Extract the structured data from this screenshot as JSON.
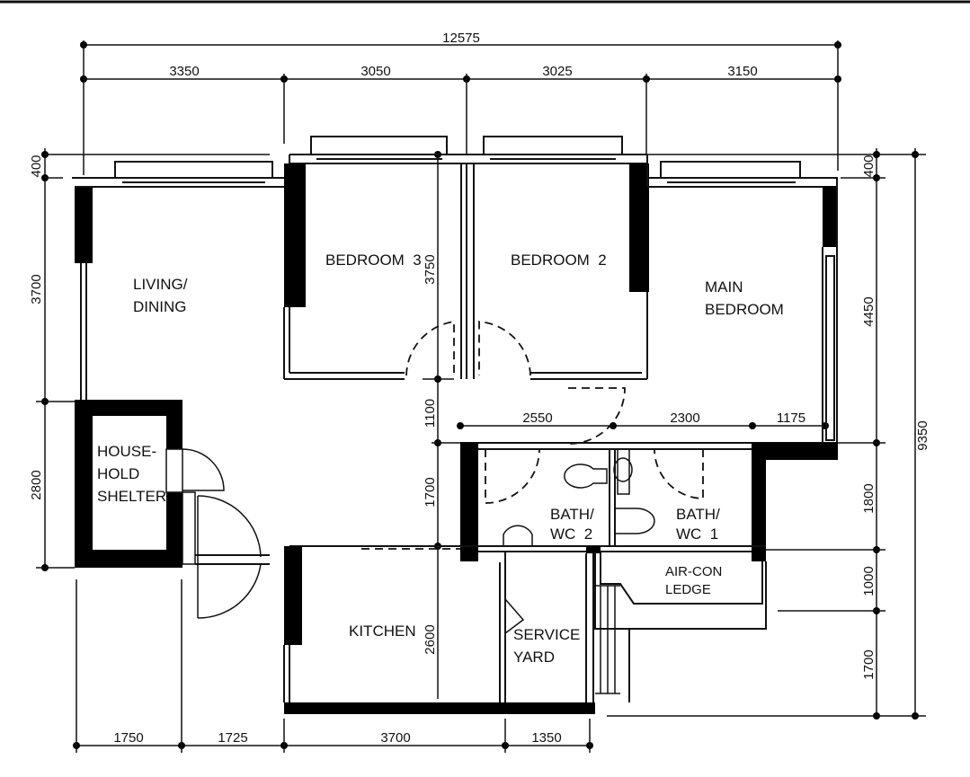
{
  "dimensions": {
    "overall_width": "12575",
    "top": [
      "3350",
      "3050",
      "3025",
      "3150"
    ],
    "bottom": [
      "1750",
      "1725",
      "3700",
      "1350"
    ],
    "left": [
      "400",
      "3700",
      "2800"
    ],
    "right": [
      "400",
      "4450",
      "1800",
      "1000",
      "1700"
    ],
    "overall_depth": "9350",
    "internal_vertical": [
      "3750",
      "1100",
      "1700",
      "2600"
    ],
    "internal_horizontal": [
      "2550",
      "2300",
      "1175"
    ]
  },
  "rooms": {
    "living_dining": [
      "LIVING/",
      "DINING"
    ],
    "bedroom3": "BEDROOM  3",
    "bedroom2": "BEDROOM  2",
    "main_bedroom": [
      "MAIN",
      "BEDROOM"
    ],
    "household_shelter": [
      "HOUSE-",
      "HOLD",
      "SHELTER"
    ],
    "bath_wc2": [
      "BATH/",
      "WC  2"
    ],
    "bath_wc1": [
      "BATH/",
      "WC  1"
    ],
    "aircon_ledge": [
      "AIR-CON",
      "LEDGE"
    ],
    "kitchen": "KITCHEN",
    "service_yard": [
      "SERVICE",
      "YARD"
    ]
  }
}
